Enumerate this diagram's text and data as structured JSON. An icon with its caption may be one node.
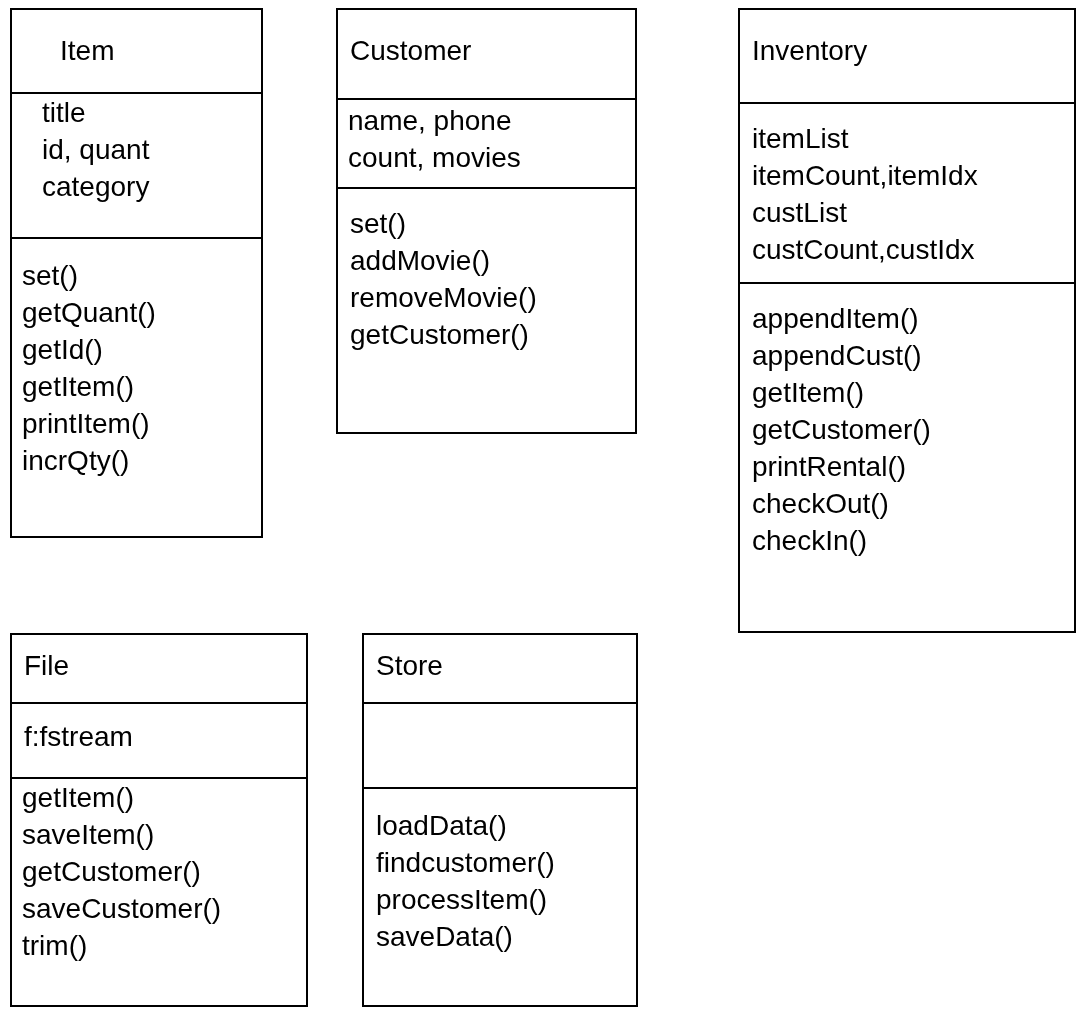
{
  "diagram": {
    "nodes": [
      {
        "text": [],
        "shape": "box"
      },
      {
        "text": [
          "Item"
        ],
        "in": 0
      },
      {
        "text": [
          "title",
          "id, quant",
          "category"
        ],
        "in": 0
      },
      {
        "text": [
          "set()",
          "getQuant()",
          "getId()",
          "getItem()",
          "printItem()",
          "incrQty()"
        ],
        "in": 0
      },
      {
        "text": [],
        "shape": "box"
      },
      {
        "text": [
          "Customer"
        ],
        "in": 4
      },
      {
        "text": [
          "name, phone",
          "count, movies"
        ],
        "in": 4
      },
      {
        "text": [
          "set()",
          "addMovie()",
          "removeMovie()",
          "getCustomer()"
        ],
        "in": 4
      },
      {
        "text": [],
        "shape": "box"
      },
      {
        "text": [
          "Inventory"
        ],
        "in": 8
      },
      {
        "text": [
          "itemList",
          "itemCount,itemIdx",
          "custList",
          "custCount,custIdx"
        ],
        "in": 8
      },
      {
        "text": [
          "appendItem()",
          "appendCust()",
          "getItem()",
          "getCustomer()",
          "printRental()",
          "checkOut()",
          "checkIn()"
        ],
        "in": 8
      },
      {
        "text": [],
        "shape": "box"
      },
      {
        "text": [
          "File"
        ],
        "in": 12
      },
      {
        "text": [
          "f:fstream"
        ],
        "in": 12
      },
      {
        "text": [
          "getItem()",
          "saveItem()",
          "getCustomer()",
          "saveCustomer()",
          "trim()"
        ],
        "in": 12
      },
      {
        "text": [],
        "shape": "box"
      },
      {
        "text": [
          "Store"
        ],
        "in": 16
      },
      {
        "text": [],
        "shape": "box",
        "in": 16
      },
      {
        "text": [
          "loadData()",
          "findcustomer()",
          "processItem()",
          "saveData()"
        ],
        "in": 16
      }
    ]
  }
}
